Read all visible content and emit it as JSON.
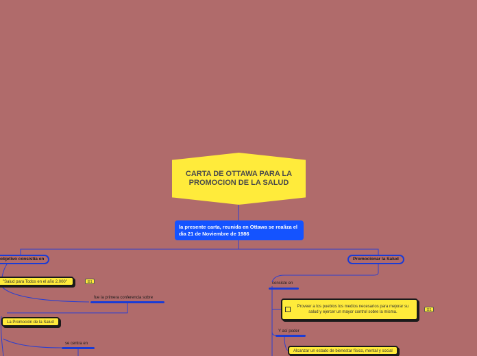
{
  "root": {
    "title": "CARTA DE OTTAWA PARA LA PROMOCION DE LA SALUD"
  },
  "intro": {
    "text": "la presente carta, reunida en Ottawa se realiza el dia 21 de Noviembre de 1986"
  },
  "left": {
    "objective": "objetivo consistía en",
    "salud2000": "\"Salud para Todos en el año 2.000\"",
    "primera": "fue la primera conferencia sobre",
    "promocion": "La Promoción de la Salud",
    "centra": "se centra en"
  },
  "right": {
    "promocionar": "Promocionar la Salud",
    "consiste": "consiste en",
    "proveer": "Proveer a los pueblos los medios necesarios para mejorar su salud y ejercer un mayor control sobre la misma.",
    "yasi": "Y así poder",
    "alcanzar": "Alcanzar un estado de bienestar físico, mental y social"
  },
  "badges": {
    "note": "☰1"
  },
  "colors": {
    "background": "#b06b6b",
    "topic": "#ffeb3b",
    "accent": "#1453ff",
    "line": "#1a3bd6"
  }
}
